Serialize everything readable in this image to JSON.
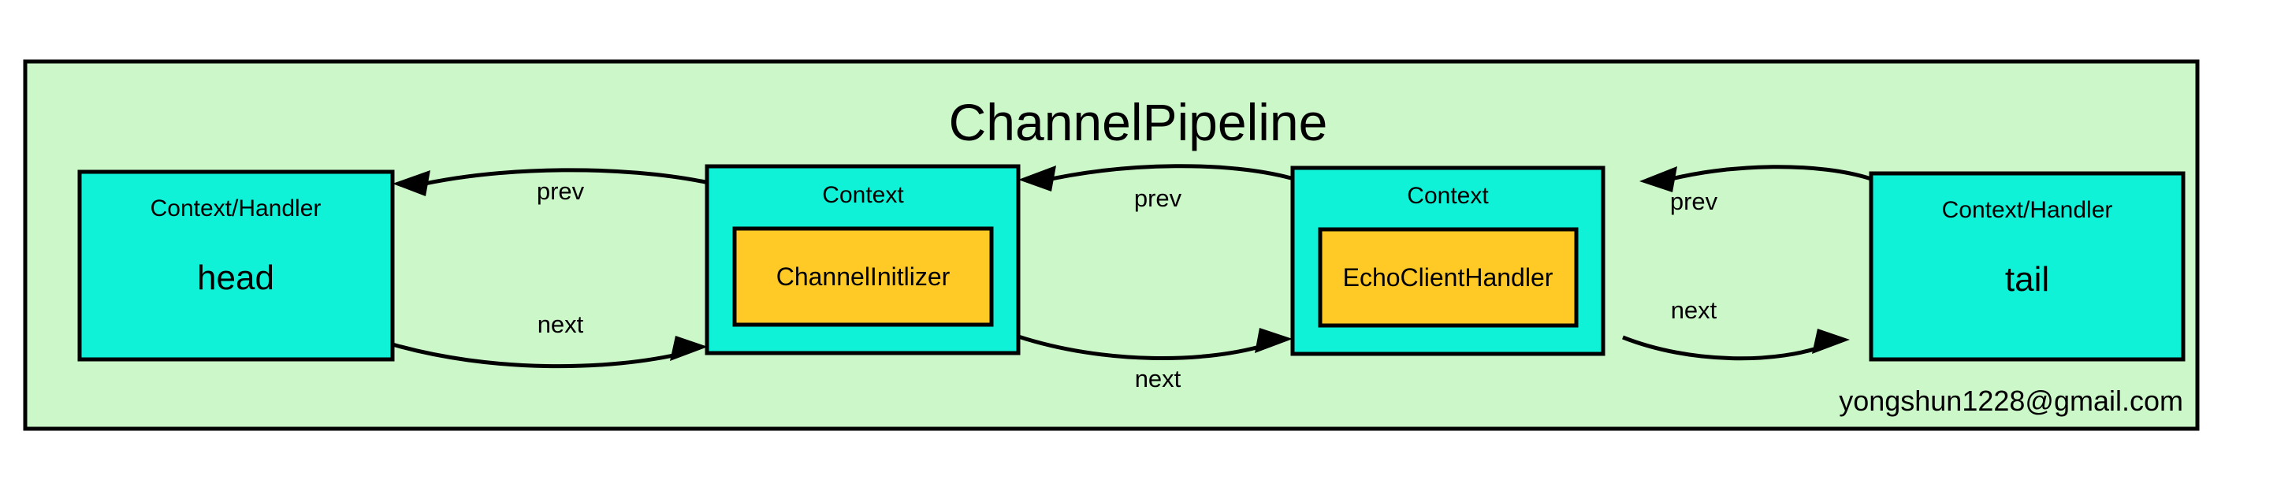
{
  "diagram": {
    "title": "ChannelPipeline",
    "watermark": "yongshun1228@gmail.com",
    "colors": {
      "pipeline_background": "#ccf7c8",
      "node_fill": "#0ff2d8",
      "handler_fill": "#ffc926",
      "stroke": "#000000",
      "page_background": "#ffffff"
    },
    "nodes": [
      {
        "id": "head",
        "caption": "Context/Handler",
        "title": "head",
        "handler": null
      },
      {
        "id": "channel-initializer-context",
        "caption": "Context",
        "title": "",
        "handler": "ChannelInitlizer"
      },
      {
        "id": "echo-client-handler-context",
        "caption": "Context",
        "title": "",
        "handler": "EchoClientHandler"
      },
      {
        "id": "tail",
        "caption": "Context/Handler",
        "title": "tail",
        "handler": null
      }
    ],
    "edges": [
      {
        "id": "edge-1-prev",
        "label": "prev",
        "from": "channel-initializer-context",
        "to": "head",
        "direction": "left"
      },
      {
        "id": "edge-1-next",
        "label": "next",
        "from": "head",
        "to": "channel-initializer-context",
        "direction": "right"
      },
      {
        "id": "edge-2-prev",
        "label": "prev",
        "from": "echo-client-handler-context",
        "to": "channel-initializer-context",
        "direction": "left"
      },
      {
        "id": "edge-2-next",
        "label": "next",
        "from": "channel-initializer-context",
        "to": "echo-client-handler-context",
        "direction": "right"
      },
      {
        "id": "edge-3-prev",
        "label": "prev",
        "from": "tail",
        "to": "echo-client-handler-context",
        "direction": "left"
      },
      {
        "id": "edge-3-next",
        "label": "next",
        "from": "echo-client-handler-context",
        "to": "tail",
        "direction": "right"
      }
    ]
  }
}
